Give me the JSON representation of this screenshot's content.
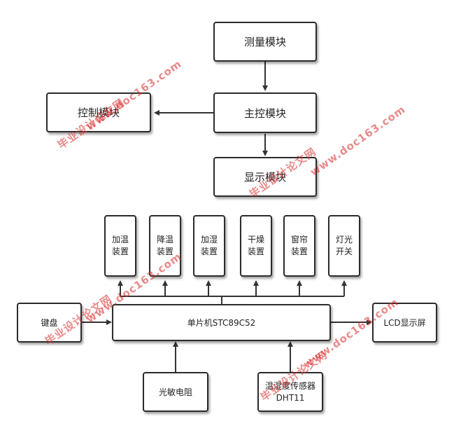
{
  "top_diagram": {
    "measure": "测量模块",
    "control": "控制模块",
    "main": "主控模块",
    "display": "显示模块"
  },
  "devices": [
    {
      "line1": "加温",
      "line2": "装置"
    },
    {
      "line1": "降温",
      "line2": "装置"
    },
    {
      "line1": "加湿",
      "line2": "装置"
    },
    {
      "line1": "干燥",
      "line2": "装置"
    },
    {
      "line1": "窗帘",
      "line2": "装置"
    },
    {
      "line1": "灯光",
      "line2": "开关"
    }
  ],
  "bottom_diagram": {
    "mcu": "单片机STC89C52",
    "keyboard": "键盘",
    "lcd": "LCD显示屏",
    "photoresistor": "光敏电阻",
    "sensor_line1": "温湿度传感器",
    "sensor_line2": "DHT11"
  },
  "watermarks": {
    "site": "www.doc163.com",
    "cn": "毕业设计论文网"
  },
  "colors": {
    "border": "#2b2b2b",
    "arrow": "#333333",
    "watermark": "#d72828"
  }
}
